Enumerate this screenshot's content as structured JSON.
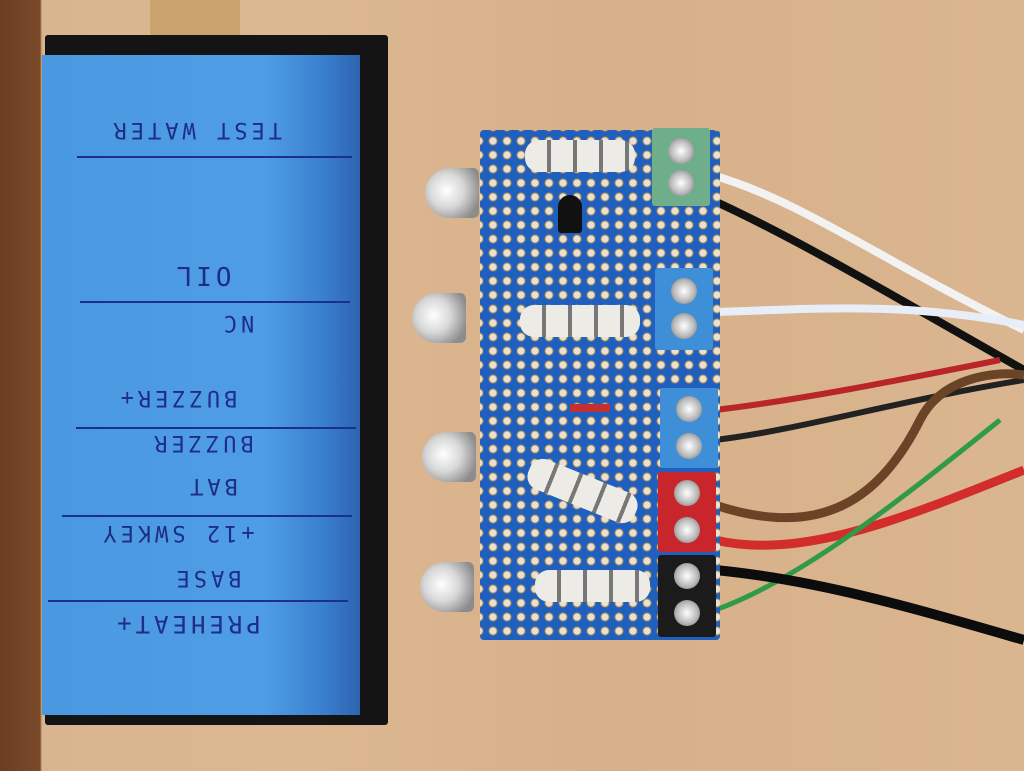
{
  "labels": [
    "TEST WATER",
    "OIL",
    "NC",
    "BUZZER+",
    "BUZZER",
    "BAT",
    "+12 SWKEY",
    "BASE",
    "PREHEAT+"
  ],
  "colors": {
    "tape": "#4f9de6",
    "ink": "#1f2d84",
    "pcb": "#1f5fc0",
    "wood": "#dab690"
  }
}
